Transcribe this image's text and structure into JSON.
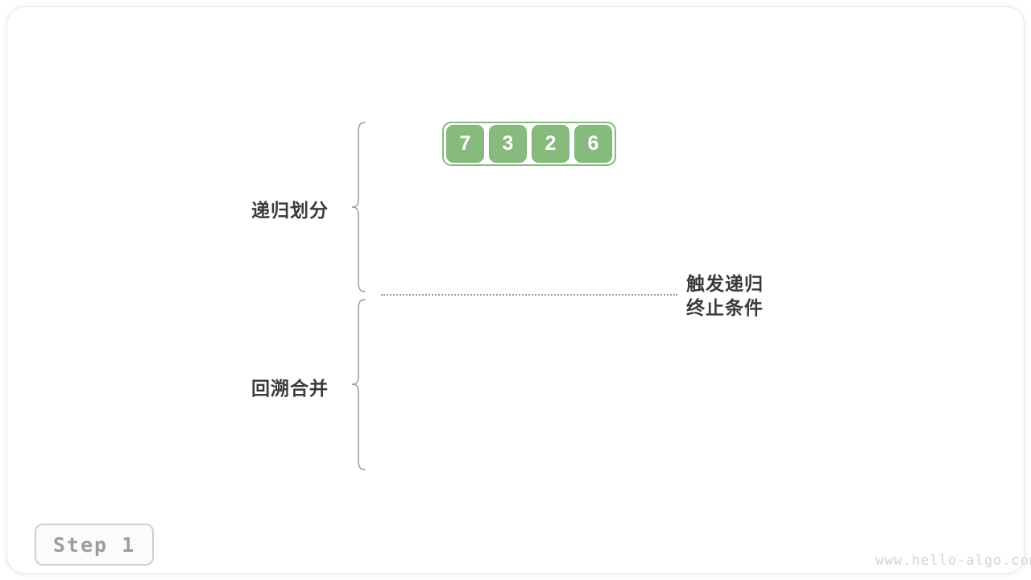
{
  "array": {
    "values": [
      "7",
      "3",
      "2",
      "6"
    ]
  },
  "labels": {
    "recursive_divide": "递归划分",
    "backtrack_merge": "回溯合并",
    "termination_line1": "触发递归",
    "termination_line2": "终止条件"
  },
  "step_badge": "Step 1",
  "watermark": "www.hello-algo.com",
  "colors": {
    "node_fill_green": "#87bb7e",
    "node_border_green": "#7fb377",
    "node_text": "#ffffff",
    "label_dark": "#3b3b3b",
    "brace_gray": "#949494",
    "dotted_line_gray": "#9b9b9b",
    "badge_border": "#cfcfcf",
    "badge_text": "#9d9d9d",
    "watermark_gray": "#d3d3d3",
    "card_border": "#e6e6e6"
  }
}
